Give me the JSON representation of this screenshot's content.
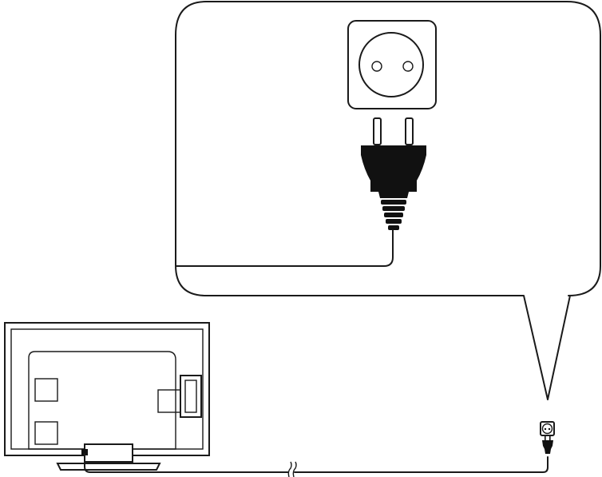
{
  "diagram": {
    "type": "installation-illustration",
    "subject": "connect-tv-power-cord-to-wall-outlet",
    "elements": [
      "tv-back-view",
      "power-cord",
      "wall-outlet",
      "plug",
      "callout-zoom"
    ],
    "colors": {
      "line": "#1a1a1a",
      "plug": "#111111",
      "outlet_face": "#ffffff",
      "background": "#ffffff"
    }
  }
}
